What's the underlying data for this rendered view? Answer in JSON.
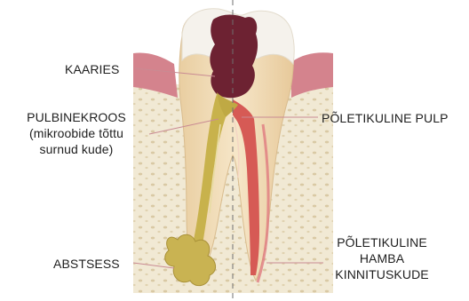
{
  "labels": {
    "caries": "KAARIES",
    "pulp_necrosis": [
      "PULBINEKROOS",
      "(mikroobide tõttu",
      "surnud kude)"
    ],
    "inflamed_pulp": "PÕLETIKULINE PULP",
    "abscess": "ABSTSESS",
    "inflamed_tissue": [
      "PÕLETIKULINE",
      "HAMBA",
      "KINNITUSKUDE"
    ]
  },
  "colors": {
    "enamel": "#f4f1ea",
    "dentin": "#f1dcb6",
    "caries": "#6b2433",
    "necrotic_pulp": "#c3ae45",
    "inflamed_pulp": "#d85b54",
    "gum": "#d7868f",
    "bone": "#efe6cf",
    "leader_line": "#c98b93",
    "midline": "#7a7a7a"
  }
}
